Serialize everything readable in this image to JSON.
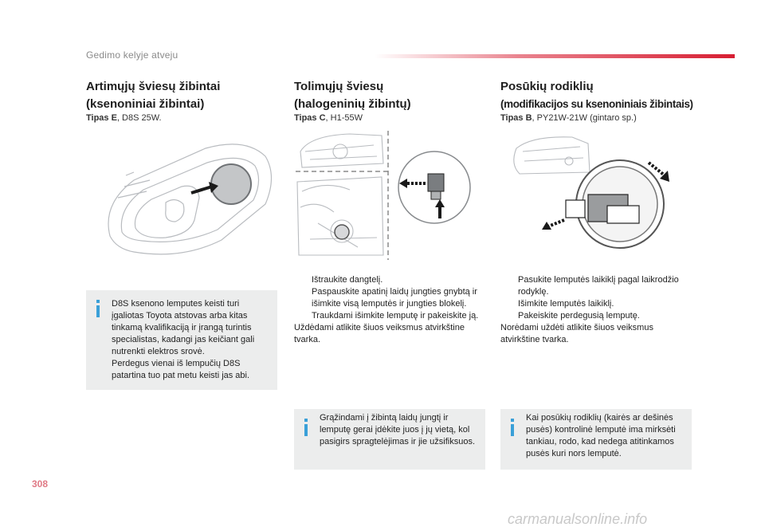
{
  "header": {
    "title": "Gedimo kelyje atveju"
  },
  "columns": {
    "left": {
      "title_line1": "Artimųjų šviesų žibintai",
      "title_line2": "(ksenoniniai žibintai)",
      "type_label": "Tipas E",
      "type_value": ", D8S 25W."
    },
    "middle": {
      "title_line1": "Tolimųjų šviesų",
      "title_line2": "(halogeninių žibintų)",
      "type_label": "Tipas C",
      "type_value": ", H1-55W",
      "steps": [
        "Ištraukite dangtelį.",
        "Paspauskite apatinį laidų jungties gnybtą ir išimkite visą lemputės ir jungties blokelį.",
        "Traukdami išimkite lemputę ir pakeiskite ją."
      ],
      "refit_note": "Uždėdami atlikite šiuos veiksmus atvirkštine tvarka."
    },
    "right": {
      "title_line1": "Posūkių rodiklių",
      "title_line2": "(modifikacijos su ksenoniniais žibintais)",
      "type_label": "Tipas B",
      "type_value": ", PY21W-21W (gintaro sp.)",
      "steps": [
        "Pasukite lemputės laikiklį pagal laikrodžio rodyklę.",
        "Išimkite lemputės laikiklį.",
        "Pakeiskite perdegusią lemputę."
      ],
      "refit_note": "Norėdami uždėti atlikite šiuos veiksmus atvirkštine tvarka."
    }
  },
  "step_bullet": "",
  "info_boxes": {
    "xenon": "D8S ksenono lemputes keisti turi įgaliotas Toyota atstovas arba kitas tinkamą kvalifikaciją ir įrangą turintis specialistas, kadangi jas keičiant gali nutrenkti elektros srovė.\nPerdegus vienai iš lempučių D8S patartina tuo pat metu keisti jas abi.",
    "connector": "Grąžindami į žibintą laidų jungtį ir lemputę gerai įdėkite juos į jų vietą, kol pasigirs spragtelėjimas ir jie užsifiksuos.",
    "indicator": "Kai posūkių rodiklių (kairės ar dešinės pusės) kontrolinė lemputė ima mirksėti tankiau, rodo, kad nedega atitinkamos pusės kuri nors lemputė."
  },
  "page_number": "308",
  "watermark": "carmanualsonline.info",
  "colors": {
    "accent_red": "#d71e32",
    "info_blue": "#3aa0d8",
    "info_bg": "#eceded"
  }
}
